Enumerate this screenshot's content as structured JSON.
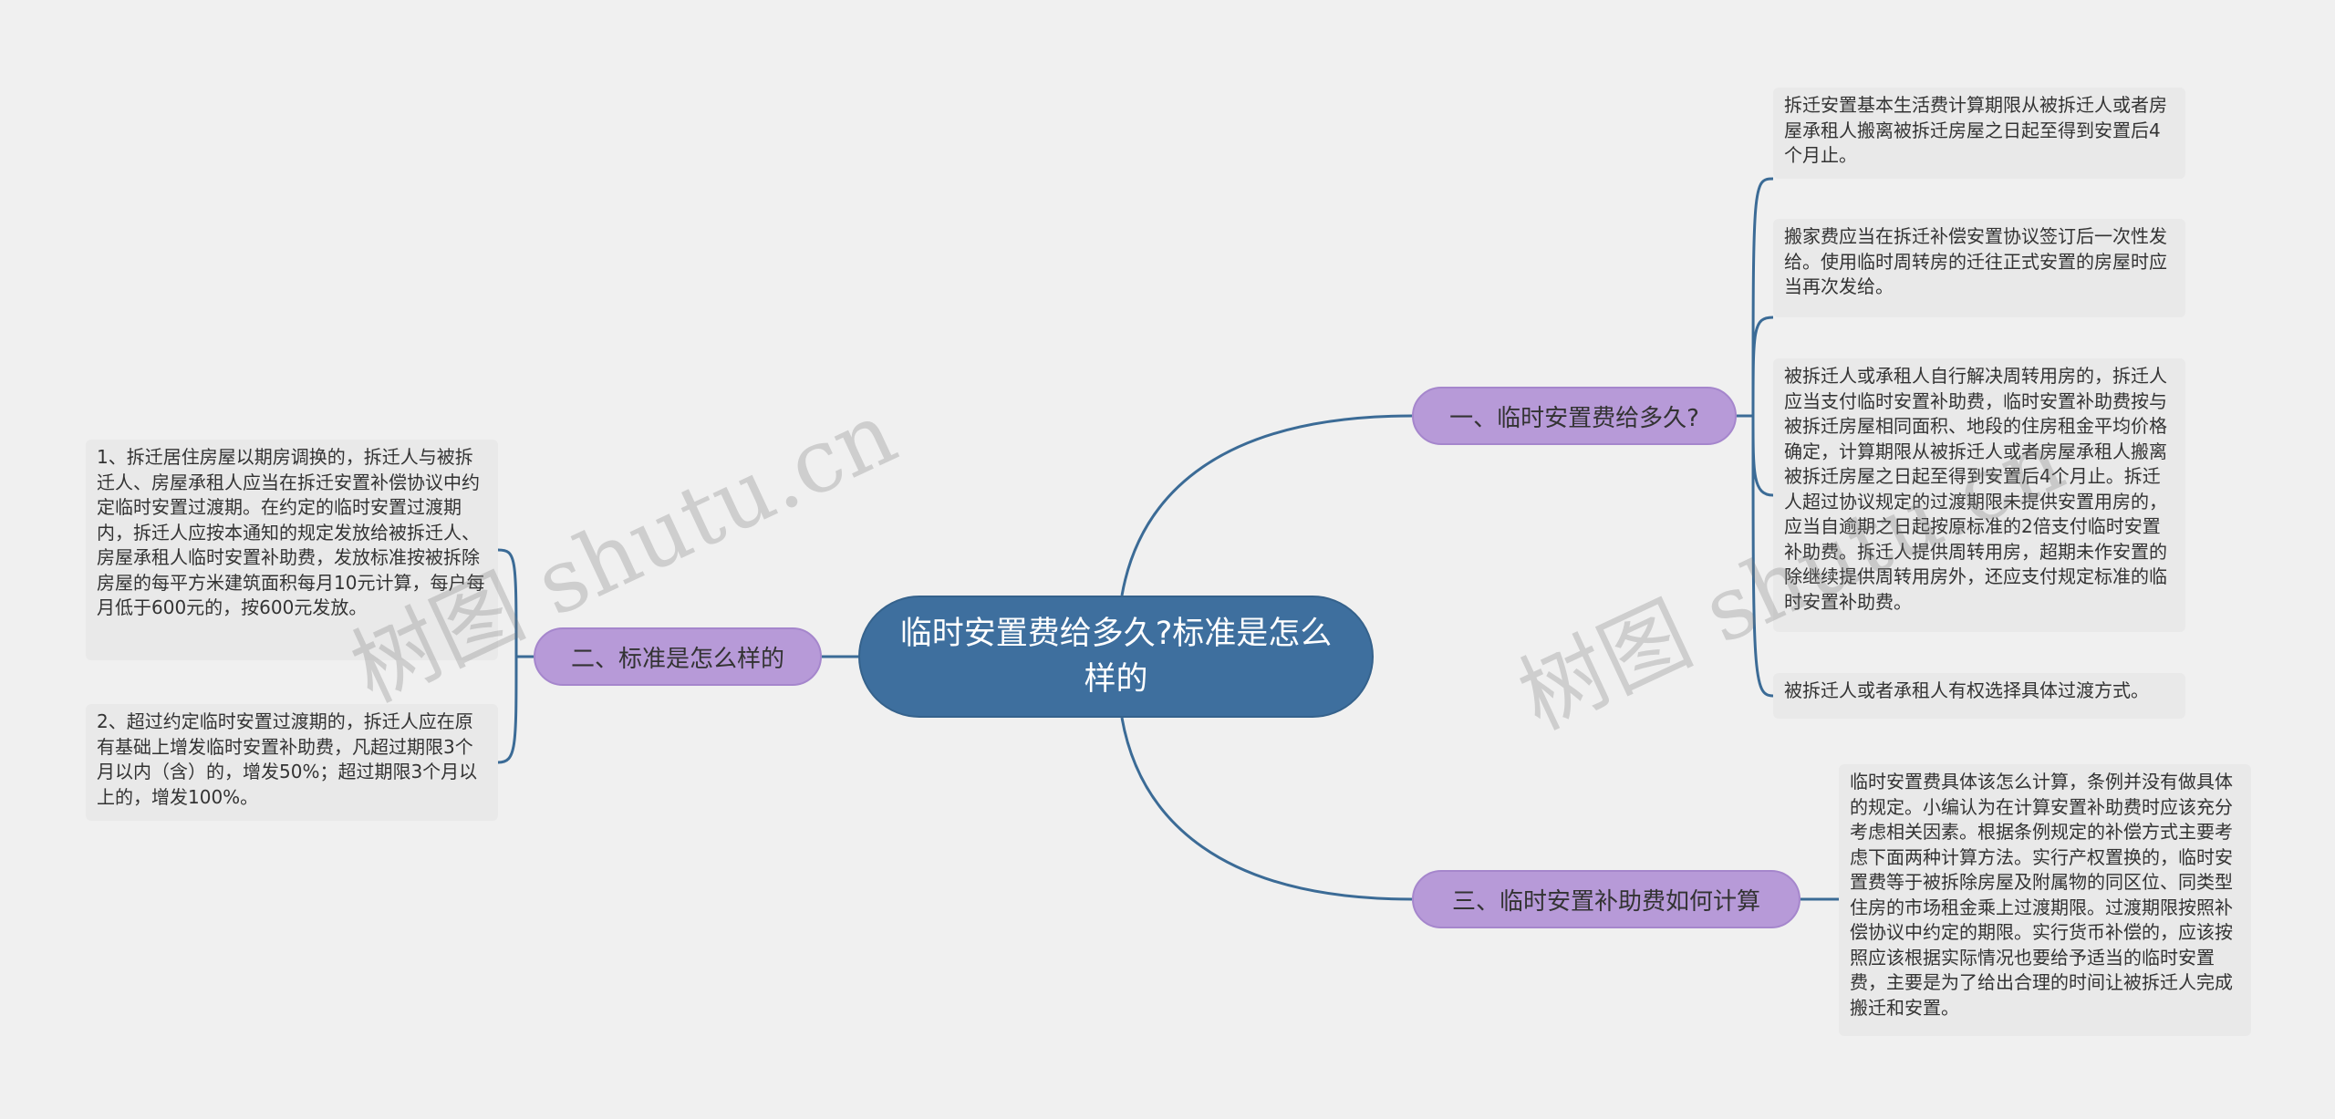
{
  "root": {
    "title": "临时安置费给多久?标准是怎么样的"
  },
  "branches": [
    {
      "label": "一、临时安置费给多久?"
    },
    {
      "label": "二、标准是怎么样的"
    },
    {
      "label": "三、临时安置补助费如何计算"
    }
  ],
  "leaves": [
    {
      "text": "拆迁安置基本生活费计算期限从被拆迁人或者房屋承租人搬离被拆迁房屋之日起至得到安置后4个月止。"
    },
    {
      "text": "搬家费应当在拆迁补偿安置协议签订后一次性发给。使用临时周转房的迁往正式安置的房屋时应当再次发给。"
    },
    {
      "text": "被拆迁人或承租人自行解决周转用房的，拆迁人应当支付临时安置补助费，临时安置补助费按与被拆迁房屋相同面积、地段的住房租金平均价格确定，计算期限从被拆迁人或者房屋承租人搬离被拆迁房屋之日起至得到安置后4个月止。拆迁人超过协议规定的过渡期限未提供安置用房的，应当自逾期之日起按原标准的2倍支付临时安置补助费。拆迁人提供周转用房，超期未作安置的除继续提供周转用房外，还应支付规定标准的临时安置补助费。"
    },
    {
      "text": "被拆迁人或者承租人有权选择具体过渡方式。"
    },
    {
      "text": "临时安置费具体该怎么计算，条例并没有做具体的规定。小编认为在计算安置补助费时应该充分考虑相关因素。根据条例规定的补偿方式主要考虑下面两种计算方法。实行产权置换的，临时安置费等于被拆除房屋及附属物的同区位、同类型住房的市场租金乘上过渡期限。过渡期限按照补偿协议中约定的期限。实行货币补偿的，应该按照应该根据实际情况也要给予适当的临时安置费，主要是为了给出合理的时间让被拆迁人完成搬迁和安置。"
    },
    {
      "text": "1、拆迁居住房屋以期房调换的，拆迁人与被拆迁人、房屋承租人应当在拆迁安置补偿协议中约定临时安置过渡期。在约定的临时安置过渡期内，拆迁人应按本通知的规定发放给被拆迁人、房屋承租人临时安置补助费，发放标准按被拆除房屋的每平方米建筑面积每月10元计算，每户每月低于600元的，按600元发放。"
    },
    {
      "text": "2、超过约定临时安置过渡期的，拆迁人应在原有基础上增发临时安置补助费，凡超过期限3个月以内（含）的，增发50%；超过期限3个月以上的，增发100%。"
    }
  ],
  "watermarks": [
    {
      "text": "树图 shutu.cn"
    },
    {
      "text": "树图 shutu.cn"
    }
  ],
  "colors": {
    "background": "#f0f0f0",
    "root": "#3e6f9e",
    "branch": "#b79ad8",
    "leaf": "#e9e9e9",
    "connector": "#3b6b96"
  }
}
